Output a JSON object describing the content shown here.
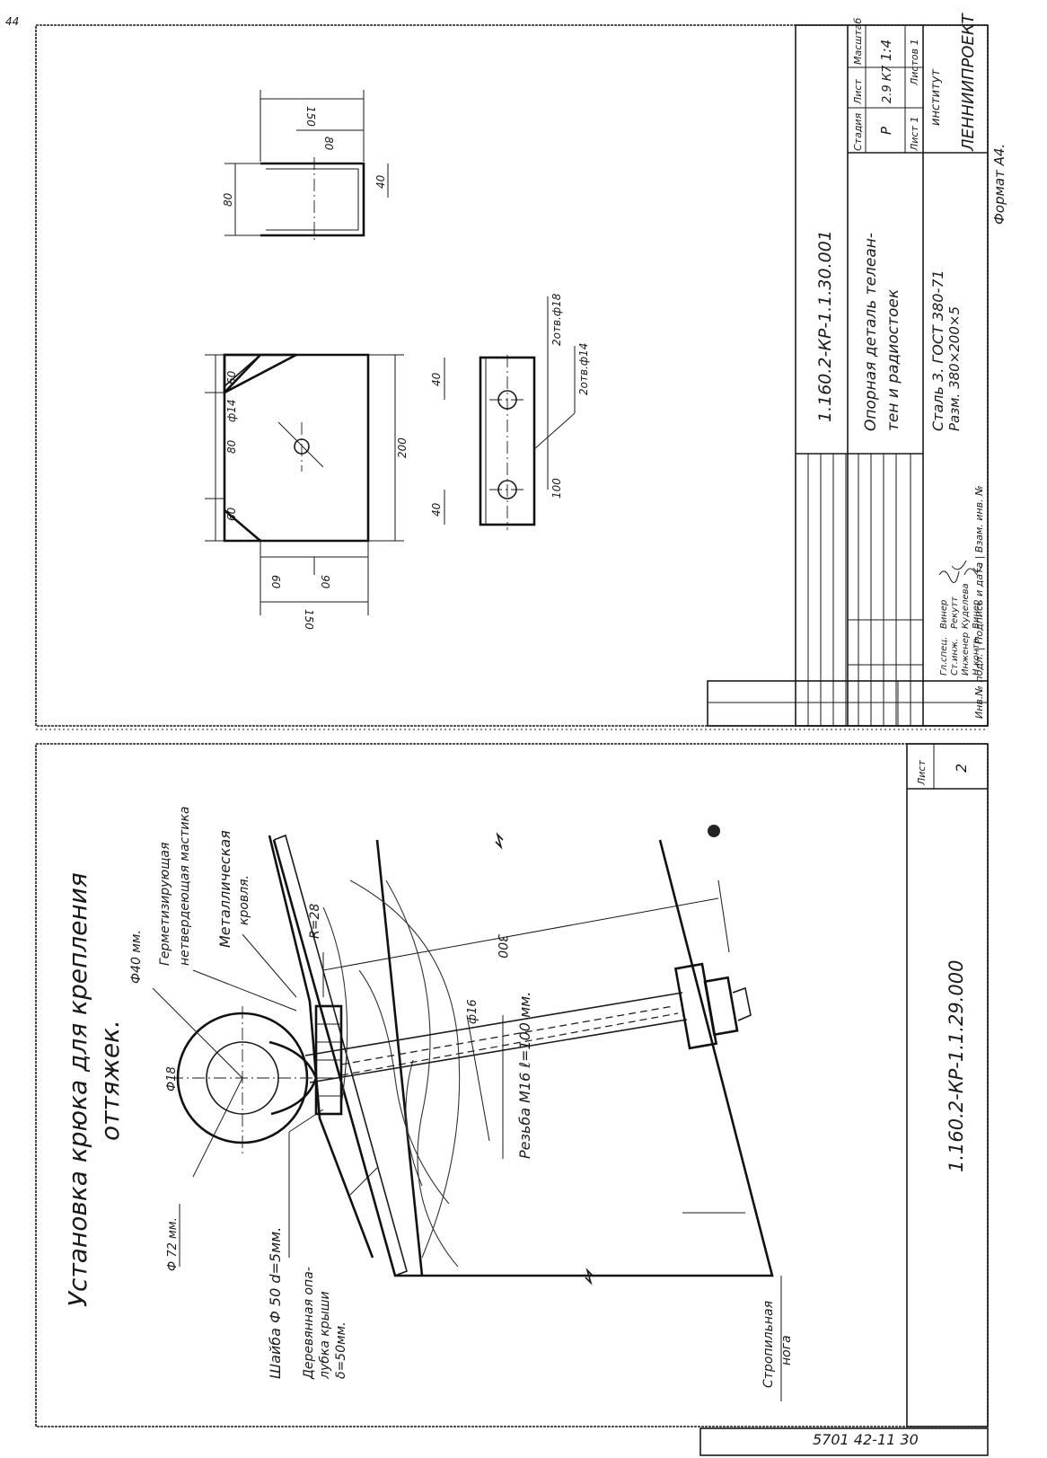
{
  "corner_mark": "44",
  "sheet_top": {
    "doc_number": "1.160.2-КР-1.1.30.001",
    "title_line1": "Опорная деталь телеан-",
    "title_line2": "тен и радиостоек",
    "material_line1": "Сталь 3. ГОСТ 380-71",
    "material_line2": "Разм. 380×200×5",
    "stage_header": "Стадия",
    "sheet_header": "Лист",
    "scale_header": "Масштаб",
    "stage_value": "Р",
    "sheet_value": "2.9 К7",
    "scale_value": "1:4",
    "list_label": "Лист 1",
    "list_count": "Листов 1",
    "org_line1": "институт",
    "org_line2": "ЛЕННИИПРОЕКТ",
    "format": "Формат А4.",
    "signers": [
      {
        "role": "Гл.спец.",
        "name": "Винер"
      },
      {
        "role": "Ст.инж.",
        "name": "Рекутт"
      },
      {
        "role": "Инженер",
        "name": "Куделева"
      },
      {
        "role": "Н.контр.",
        "name": "Винер"
      }
    ],
    "side_stamp": "Инв.№ подл. | Подпись и дата | Взам. инв. №",
    "plate_dims": [
      "60",
      "80",
      "60",
      "200",
      "ф14",
      "60",
      "90",
      "150"
    ],
    "strip_dims": [
      "40",
      "40",
      "100",
      "2отв.ф18",
      "2отв.ф14"
    ],
    "channel_dims": [
      "150",
      "80",
      "80",
      "40"
    ]
  },
  "sheet_bottom": {
    "title_line1": "Установка крюка для крепления",
    "title_line2": "оттяжек.",
    "doc_number": "1.160.2-КР-1.1.29.000",
    "sheet_header": "Лист",
    "sheet_value": "2",
    "labels": {
      "d40": "Ф40 мм.",
      "sealant1": "Герметизирующая",
      "sealant2": "нетвердеющая мастика",
      "metal1": "Металлическая",
      "metal2": "кровля.",
      "r28": "R=28",
      "d300": "300",
      "d16": "ф16",
      "phi": "Ф18",
      "thread": "Резьба М16  ℓ=100 мм.",
      "d72": "Ф 72 мм.",
      "washer": "Шайба Ф 50  d=5мм.",
      "wood1": "Деревянная опа-",
      "wood2": "лубка крыши",
      "wood3": "δ=50мм.",
      "rafter1": "Стропильная",
      "rafter2": "нога"
    },
    "bottom_stamp": "5701 42-11 30"
  }
}
